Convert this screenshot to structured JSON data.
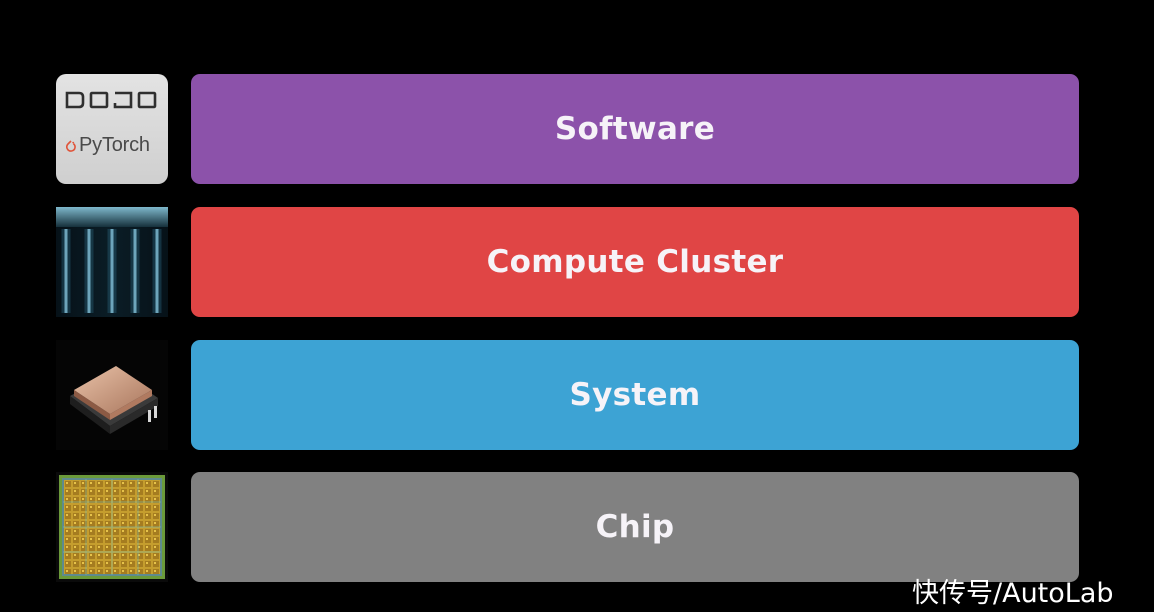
{
  "stack": {
    "layers": [
      {
        "label": "Software",
        "color": "#8c52aa",
        "thumbnail_icon": "dojo-pytorch-logo"
      },
      {
        "label": "Compute Cluster",
        "color": "#e04545",
        "thumbnail_icon": "compute-cluster-cabinet-image"
      },
      {
        "label": "System",
        "color": "#3da3d4",
        "thumbnail_icon": "system-tile-image"
      },
      {
        "label": "Chip",
        "color": "#818181",
        "thumbnail_icon": "chip-die-image"
      }
    ]
  },
  "software_thumbnail": {
    "dojo_logo_text": "DOJO",
    "pytorch_text": "PyTorch"
  },
  "watermark": {
    "text": "快传号/AutoLab"
  }
}
